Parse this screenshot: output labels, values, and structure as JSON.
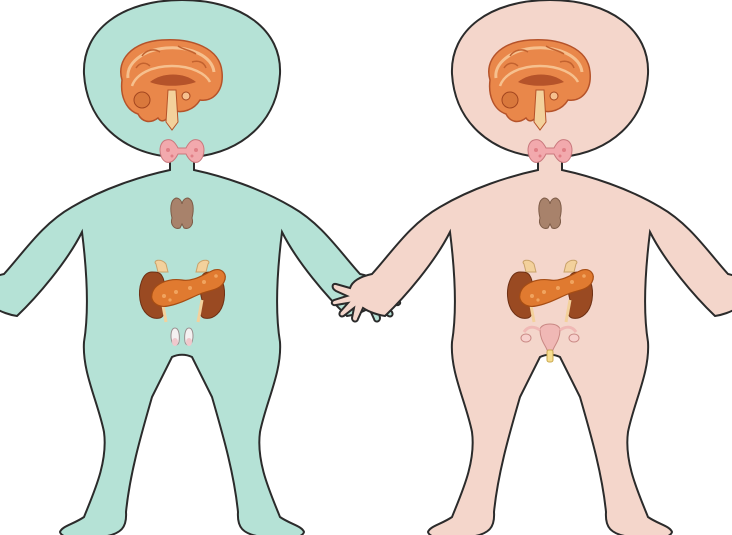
{
  "figures": [
    {
      "id": "male",
      "body_color": "#b5e2d6",
      "outline_color": "#2b2b2b",
      "organs": [
        "brain",
        "thyroid",
        "thymus",
        "adrenal-glands",
        "kidneys",
        "pancreas",
        "testes"
      ]
    },
    {
      "id": "female",
      "body_color": "#f4d6cb",
      "outline_color": "#2b2b2b",
      "organs": [
        "brain",
        "thyroid",
        "thymus",
        "adrenal-glands",
        "kidneys",
        "pancreas",
        "ovaries-uterus"
      ]
    }
  ],
  "colors": {
    "brain_outer": "#e9874a",
    "brain_inner": "#f6c08e",
    "brain_dark": "#b5532a",
    "thyroid": "#f2a9ad",
    "thymus": "#a8826b",
    "kidney": "#9a4a22",
    "adrenal": "#f3d19c",
    "pancreas": "#e07a30",
    "testes": "#f4f1f1",
    "uterus": "#f0b8b5",
    "cervix": "#f6dd8f"
  }
}
